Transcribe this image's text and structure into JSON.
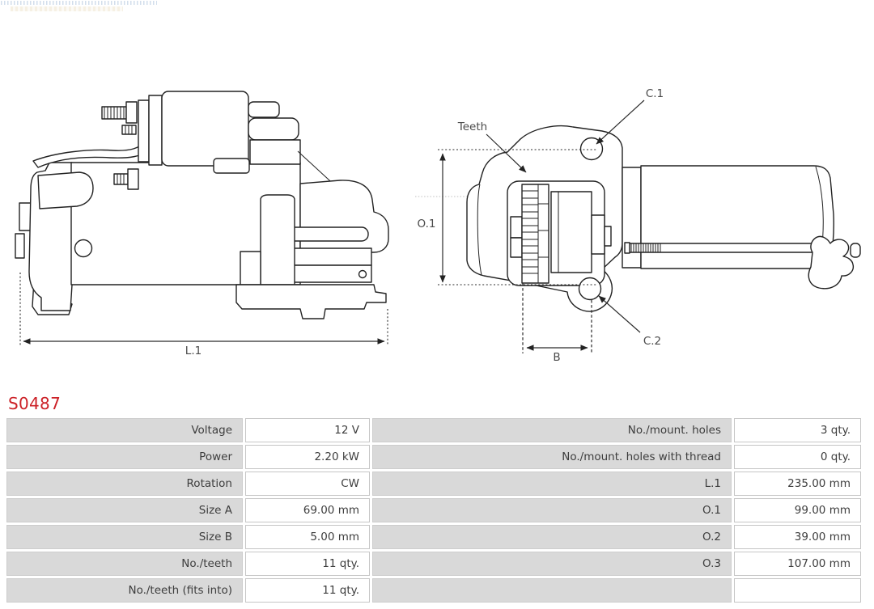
{
  "product": {
    "code": "S0487"
  },
  "colors": {
    "code_red": "#cc2127",
    "cell_gray": "#d9d9d9",
    "drawing_line": "#222222"
  },
  "diagram": {
    "side_view": {
      "dim_length": "L.1"
    },
    "front_view": {
      "teeth_label": "Teeth",
      "hole1_label": "C.1",
      "hole2_label": "C.2",
      "dim_height": "O.1",
      "dim_width": "B"
    }
  },
  "spec_table": {
    "left_rows": [
      {
        "label": "Voltage",
        "value": "12 V"
      },
      {
        "label": "Power",
        "value": "2.20 kW"
      },
      {
        "label": "Rotation",
        "value": "CW"
      },
      {
        "label": "Size A",
        "value": "69.00 mm"
      },
      {
        "label": "Size B",
        "value": "5.00 mm"
      },
      {
        "label": "No./teeth",
        "value": "11 qty."
      },
      {
        "label": "No./teeth (fits into)",
        "value": "11 qty."
      }
    ],
    "right_rows": [
      {
        "label": "No./mount. holes",
        "value": "3 qty."
      },
      {
        "label": "No./mount. holes with thread",
        "value": "0 qty."
      },
      {
        "label": "L.1",
        "value": "235.00 mm"
      },
      {
        "label": "O.1",
        "value": "99.00 mm"
      },
      {
        "label": "O.2",
        "value": "39.00 mm"
      },
      {
        "label": "O.3",
        "value": "107.00 mm"
      },
      {
        "label": "",
        "value": ""
      }
    ]
  }
}
